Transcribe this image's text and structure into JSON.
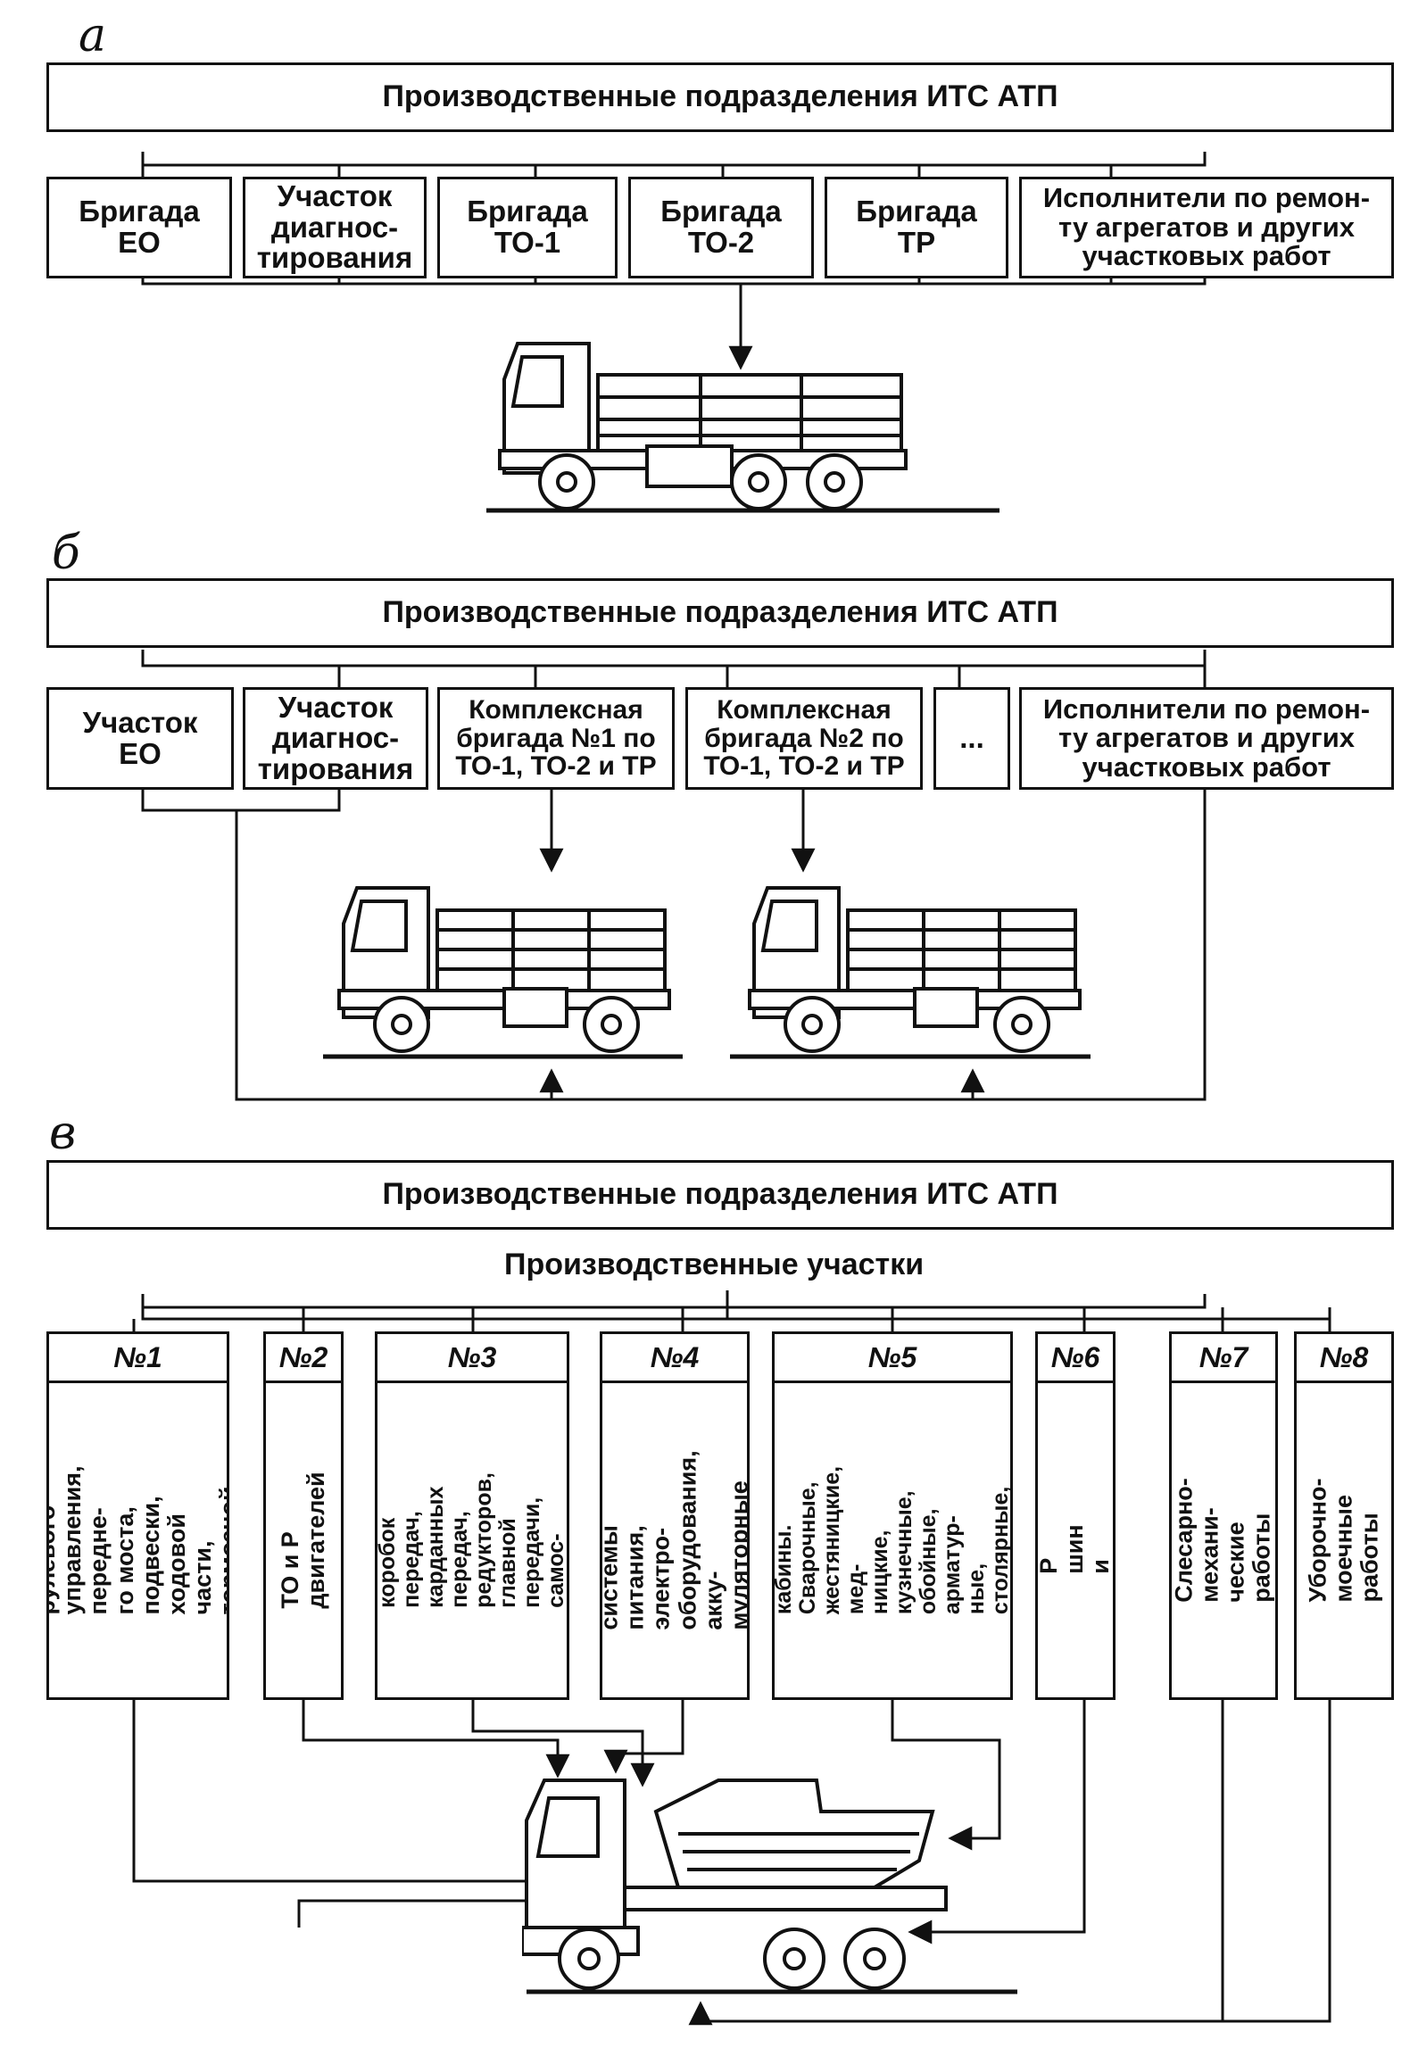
{
  "section_a": {
    "letter": "а",
    "header": "Производственные подразделения ИТС АТП",
    "units": [
      "Бригада\nЕО",
      "Участок\nдиагнос-\nтирования",
      "Бригада\nТО-1",
      "Бригада\nТО-2",
      "Бригада\nТР",
      "Исполнители по ремон-\nту агрегатов и других\nучастковых работ"
    ]
  },
  "section_b": {
    "letter": "б",
    "header": "Производственные подразделения ИТС АТП",
    "units": [
      "Участок\nЕО",
      "Участок\nдиагнос-\nтирования",
      "Комплексная\nбригада №1 по\nТО-1, ТО-2 и ТР",
      "Комплексная\nбригада №2 по\nТО-1, ТО-2 и ТР",
      "...",
      "Исполнители по ремон-\nту агрегатов и других\nучастковых работ"
    ]
  },
  "section_c": {
    "letter": "в",
    "header": "Производственные подразделения ИТС АТП",
    "subtitle": "Производственные участки",
    "shops": [
      {
        "num": "№1",
        "text": "ТО и Р рулевого\nуправления, передне-\nго моста, подвески,\nходовой части,\nтормозной системы"
      },
      {
        "num": "№2",
        "text": "ТО и Р двигателей"
      },
      {
        "num": "№3",
        "text": "ТО и Р сцеплений,\nкоробок передач,\nкарданных передач,\nредукторов, главной\nпередачи, самос-\nвальных механизмов"
      },
      {
        "num": "№4",
        "text": "ТО и Р системы\nпитания, электро-\nоборудования, акку-\nмуляторные работы"
      },
      {
        "num": "№5",
        "text": "ТО и Р рамы, кузова,\nкабины. Сварочные,\nжестяницкие, мед-\nницкие, кузнечные,\nобойные, арматур-\nные, столярные,\nмалярные работы"
      },
      {
        "num": "№6",
        "text": "ТО и Р шин и колес"
      },
      {
        "num": "№7",
        "text": "Слесарно-механи-\nческие работы"
      },
      {
        "num": "№8",
        "text": "Уборочно-моечные\nработы"
      }
    ]
  },
  "colors": {
    "ink": "#111111",
    "paper": "#ffffff"
  }
}
